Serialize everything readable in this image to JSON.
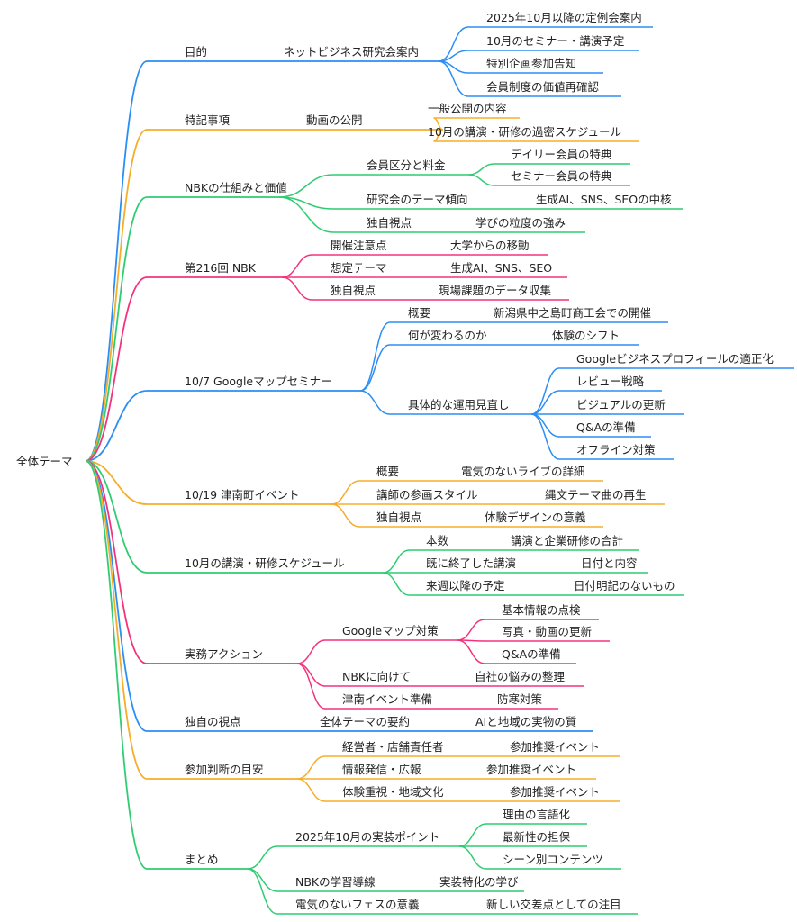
{
  "colors": {
    "blue": "#2b8ef5",
    "orange": "#f5ad2a",
    "green": "#2fcc72",
    "pink": "#f2337c"
  },
  "root": {
    "label": "全体テーマ"
  },
  "branches": [
    {
      "label": "目的",
      "color": "blue",
      "children": [
        {
          "label": "ネットビジネス研究会案内",
          "children": [
            {
              "label": "2025年10月以降の定例会案内"
            },
            {
              "label": "10月のセミナー・講演予定"
            },
            {
              "label": "特別企画参加告知"
            },
            {
              "label": "会員制度の価値再確認"
            }
          ]
        }
      ]
    },
    {
      "label": "特記事項",
      "color": "orange",
      "children": [
        {
          "label": "動画の公開",
          "children": [
            {
              "label": "一般公開の内容"
            },
            {
              "label": "10月の講演・研修の過密スケジュール"
            }
          ]
        }
      ]
    },
    {
      "label": "NBKの仕組みと価値",
      "color": "green",
      "children": [
        {
          "label": "会員区分と料金",
          "children": [
            {
              "label": "デイリー会員の特典"
            },
            {
              "label": "セミナー会員の特典"
            }
          ]
        },
        {
          "label": "研究会のテーマ傾向",
          "value": "生成AI、SNS、SEOの中核"
        },
        {
          "label": "独自視点",
          "value": "学びの粒度の強み"
        }
      ]
    },
    {
      "label": "第216回 NBK",
      "color": "pink",
      "children": [
        {
          "label": "開催注意点",
          "value": "大学からの移動"
        },
        {
          "label": "想定テーマ",
          "value": "生成AI、SNS、SEO"
        },
        {
          "label": "独自視点",
          "value": "現場課題のデータ収集"
        }
      ]
    },
    {
      "label": "10/7 Googleマップセミナー",
      "color": "blue",
      "children": [
        {
          "label": "概要",
          "value": "新潟県中之島町商工会での開催"
        },
        {
          "label": "何が変わるのか",
          "value": "体験のシフト"
        },
        {
          "label": "具体的な運用見直し",
          "children": [
            {
              "label": "Googleビジネスプロフィールの適正化"
            },
            {
              "label": "レビュー戦略"
            },
            {
              "label": "ビジュアルの更新"
            },
            {
              "label": "Q&Aの準備"
            },
            {
              "label": "オフライン対策"
            }
          ]
        }
      ]
    },
    {
      "label": "10/19 津南町イベント",
      "color": "orange",
      "children": [
        {
          "label": "概要",
          "value": "電気のないライブの詳細"
        },
        {
          "label": "講師の参画スタイル",
          "value": "縄文テーマ曲の再生"
        },
        {
          "label": "独自視点",
          "value": "体験デザインの意義"
        }
      ]
    },
    {
      "label": "10月の講演・研修スケジュール",
      "color": "green",
      "children": [
        {
          "label": "本数",
          "value": "講演と企業研修の合計"
        },
        {
          "label": "既に終了した講演",
          "value": "日付と内容"
        },
        {
          "label": "来週以降の予定",
          "value": "日付明記のないもの"
        }
      ]
    },
    {
      "label": "実務アクション",
      "color": "pink",
      "children": [
        {
          "label": "Googleマップ対策",
          "children": [
            {
              "label": "基本情報の点検"
            },
            {
              "label": "写真・動画の更新"
            },
            {
              "label": "Q&Aの準備"
            }
          ]
        },
        {
          "label": "NBKに向けて",
          "value": "自社の悩みの整理"
        },
        {
          "label": "津南イベント準備",
          "value": "防寒対策"
        }
      ]
    },
    {
      "label": "独自の視点",
      "color": "blue",
      "children": [
        {
          "label": "全体テーマの要約",
          "value": "AIと地域の実物の質"
        }
      ]
    },
    {
      "label": "参加判断の目安",
      "color": "orange",
      "children": [
        {
          "label": "経営者・店舗責任者",
          "value": "参加推奨イベント"
        },
        {
          "label": "情報発信・広報",
          "value": "参加推奨イベント"
        },
        {
          "label": "体験重視・地域文化",
          "value": "参加推奨イベント"
        }
      ]
    },
    {
      "label": "まとめ",
      "color": "green",
      "children": [
        {
          "label": "2025年10月の実装ポイント",
          "children": [
            {
              "label": "理由の言語化"
            },
            {
              "label": "最新性の担保"
            },
            {
              "label": "シーン別コンテンツ"
            }
          ]
        },
        {
          "label": "NBKの学習導線",
          "value": "実装特化の学び"
        },
        {
          "label": "電気のないフェスの意義",
          "value": "新しい交差点としての注目"
        }
      ]
    }
  ]
}
